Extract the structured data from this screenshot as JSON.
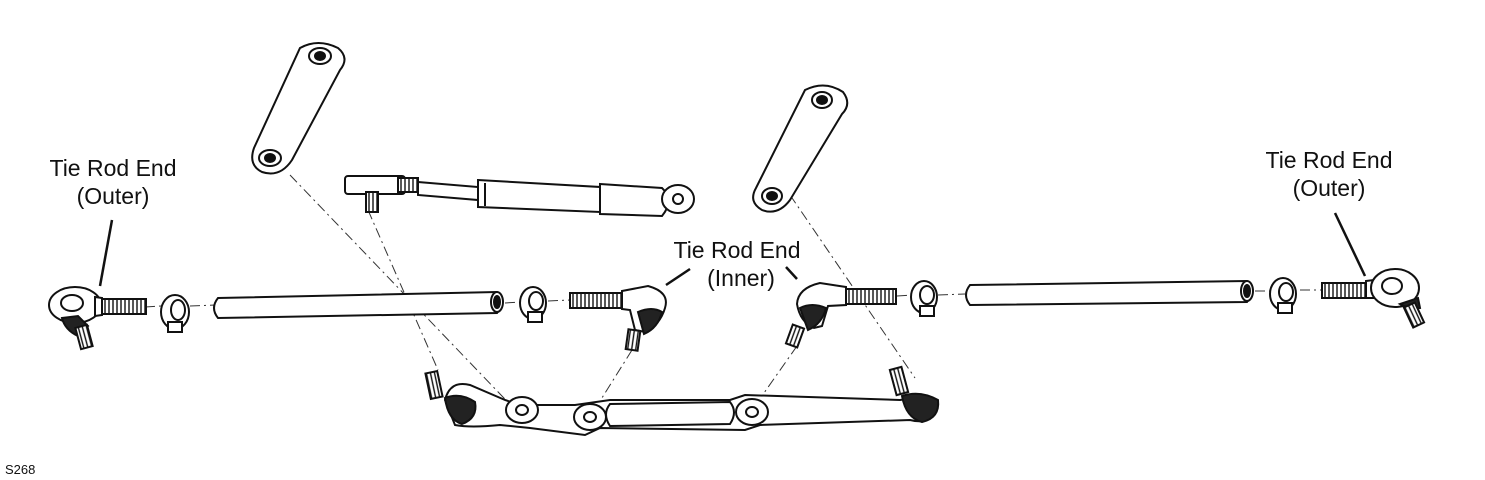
{
  "labels": {
    "left_outer": [
      "Tie Rod End",
      "(Outer)"
    ],
    "inner": [
      "Tie Rod End",
      "(Inner)"
    ],
    "right_outer": [
      "Tie Rod End",
      "(Outer)"
    ]
  },
  "figure_code": "S268",
  "colors": {
    "ink": "#111111",
    "paper": "#ffffff"
  }
}
